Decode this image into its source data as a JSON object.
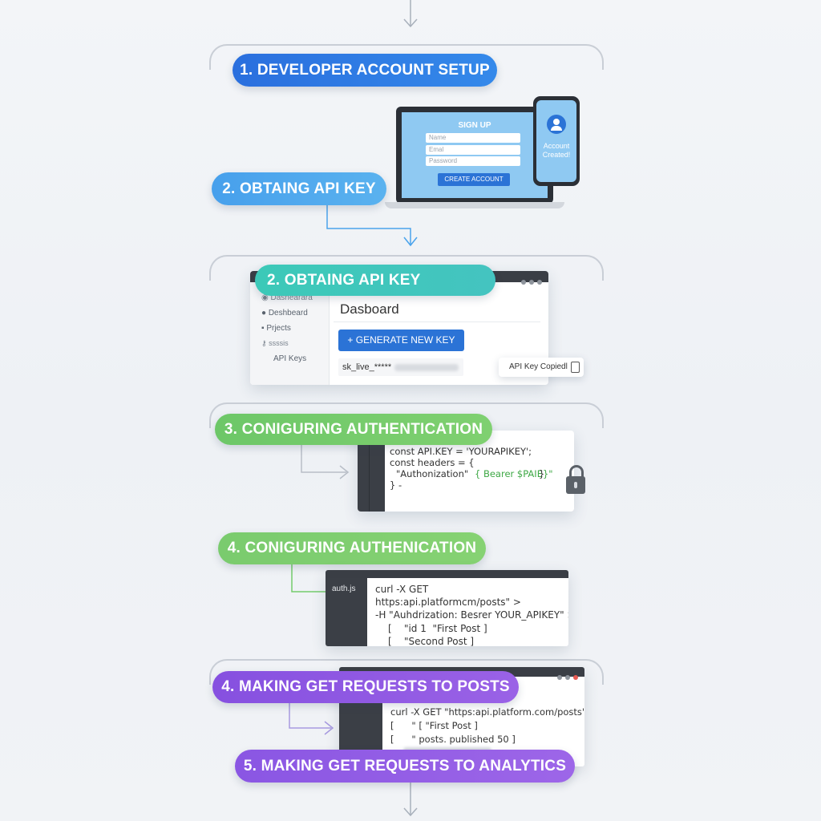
{
  "steps": {
    "step1": "1. DEVELOPER ACCOUNT SETUP",
    "step2a": "2. OBTAING API KEY",
    "step2b": "2. OBTAING API KEY",
    "step3": "3. CONIGURING AUTHENTICATION",
    "step4a": "4. CONIGURING AUTHENICATION",
    "step4b": "4. MAKING GET REQUESTS TO POSTS",
    "step5": "5. MAKING GET REQUESTS TO ANALYTICS"
  },
  "signup": {
    "title": "SIGN UP",
    "name_placeholder": "Name",
    "email_placeholder": "Emal",
    "password_placeholder": "Password",
    "button": "CREATE ACCOUNT",
    "phone_status_line1": "Account",
    "phone_status_line2": "Created!"
  },
  "dashboard": {
    "sidebar": [
      "Dasnearara",
      "Deshbeard",
      "Prjects",
      "ssssis",
      "API Keys"
    ],
    "title": "Dasboard",
    "generate_button": "+ GENERATE NEW KEY",
    "key_value": "sk_live_*****",
    "toast": "API Key Copiedl"
  },
  "auth_code": {
    "line1": "const API.KEY = 'YOURAPIKEY';",
    "line2": "const headers = {",
    "line3a": "\"Authonization\"",
    "line3b": "{ Bearer $PAIE}\"",
    "line3c": "}",
    "line4": "} -"
  },
  "terminal1": {
    "filename": "auth.js",
    "lines": [
      "curl -X GET",
      "https:api.platformcm/posts\" >",
      "-H \"Auhdrization: Besrer YOUR_APIKEY\" >",
      "[    \"id 1  \"First Post ]",
      "[    \"Second Post ]"
    ]
  },
  "terminal2": {
    "lines": [
      "curl -X GET \"https:api.platform.com/posts\" >",
      "[      \" [ \"First Post ]",
      "[      \" posts. published 50 ]"
    ]
  },
  "colors": {
    "blue": "#2f7be2",
    "light_blue": "#4aa3ec",
    "teal": "#3cc4b4",
    "green": "#74cc6c",
    "purple": "#8c58e2",
    "code_dark": "#3b3f46"
  }
}
